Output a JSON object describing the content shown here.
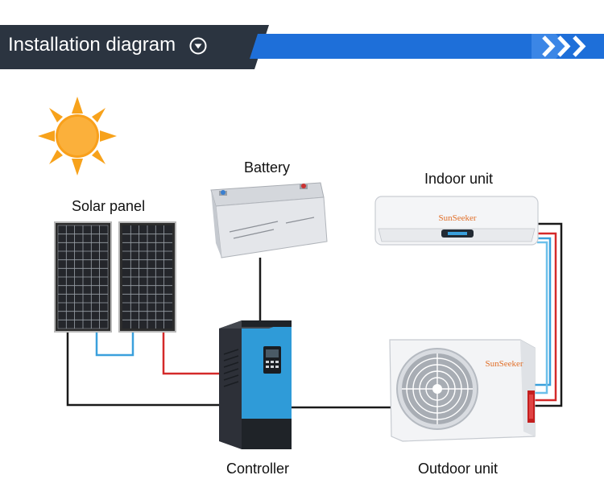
{
  "header": {
    "title": "Installation diagram",
    "title_icon": "chevron-down-circle-icon",
    "accent_color": "#1e6fd9",
    "dark_color": "#2b3440"
  },
  "components": {
    "solar_panel": "Solar panel",
    "battery": "Battery",
    "indoor_unit": "Indoor unit",
    "controller": "Controller",
    "outdoor_unit": "Outdoor unit"
  },
  "brand": "SunSeeker",
  "wire_colors": {
    "dc_positive": "#d42a2a",
    "dc_negative": "#1a1a1a",
    "panel_link": "#3aa0dc"
  }
}
